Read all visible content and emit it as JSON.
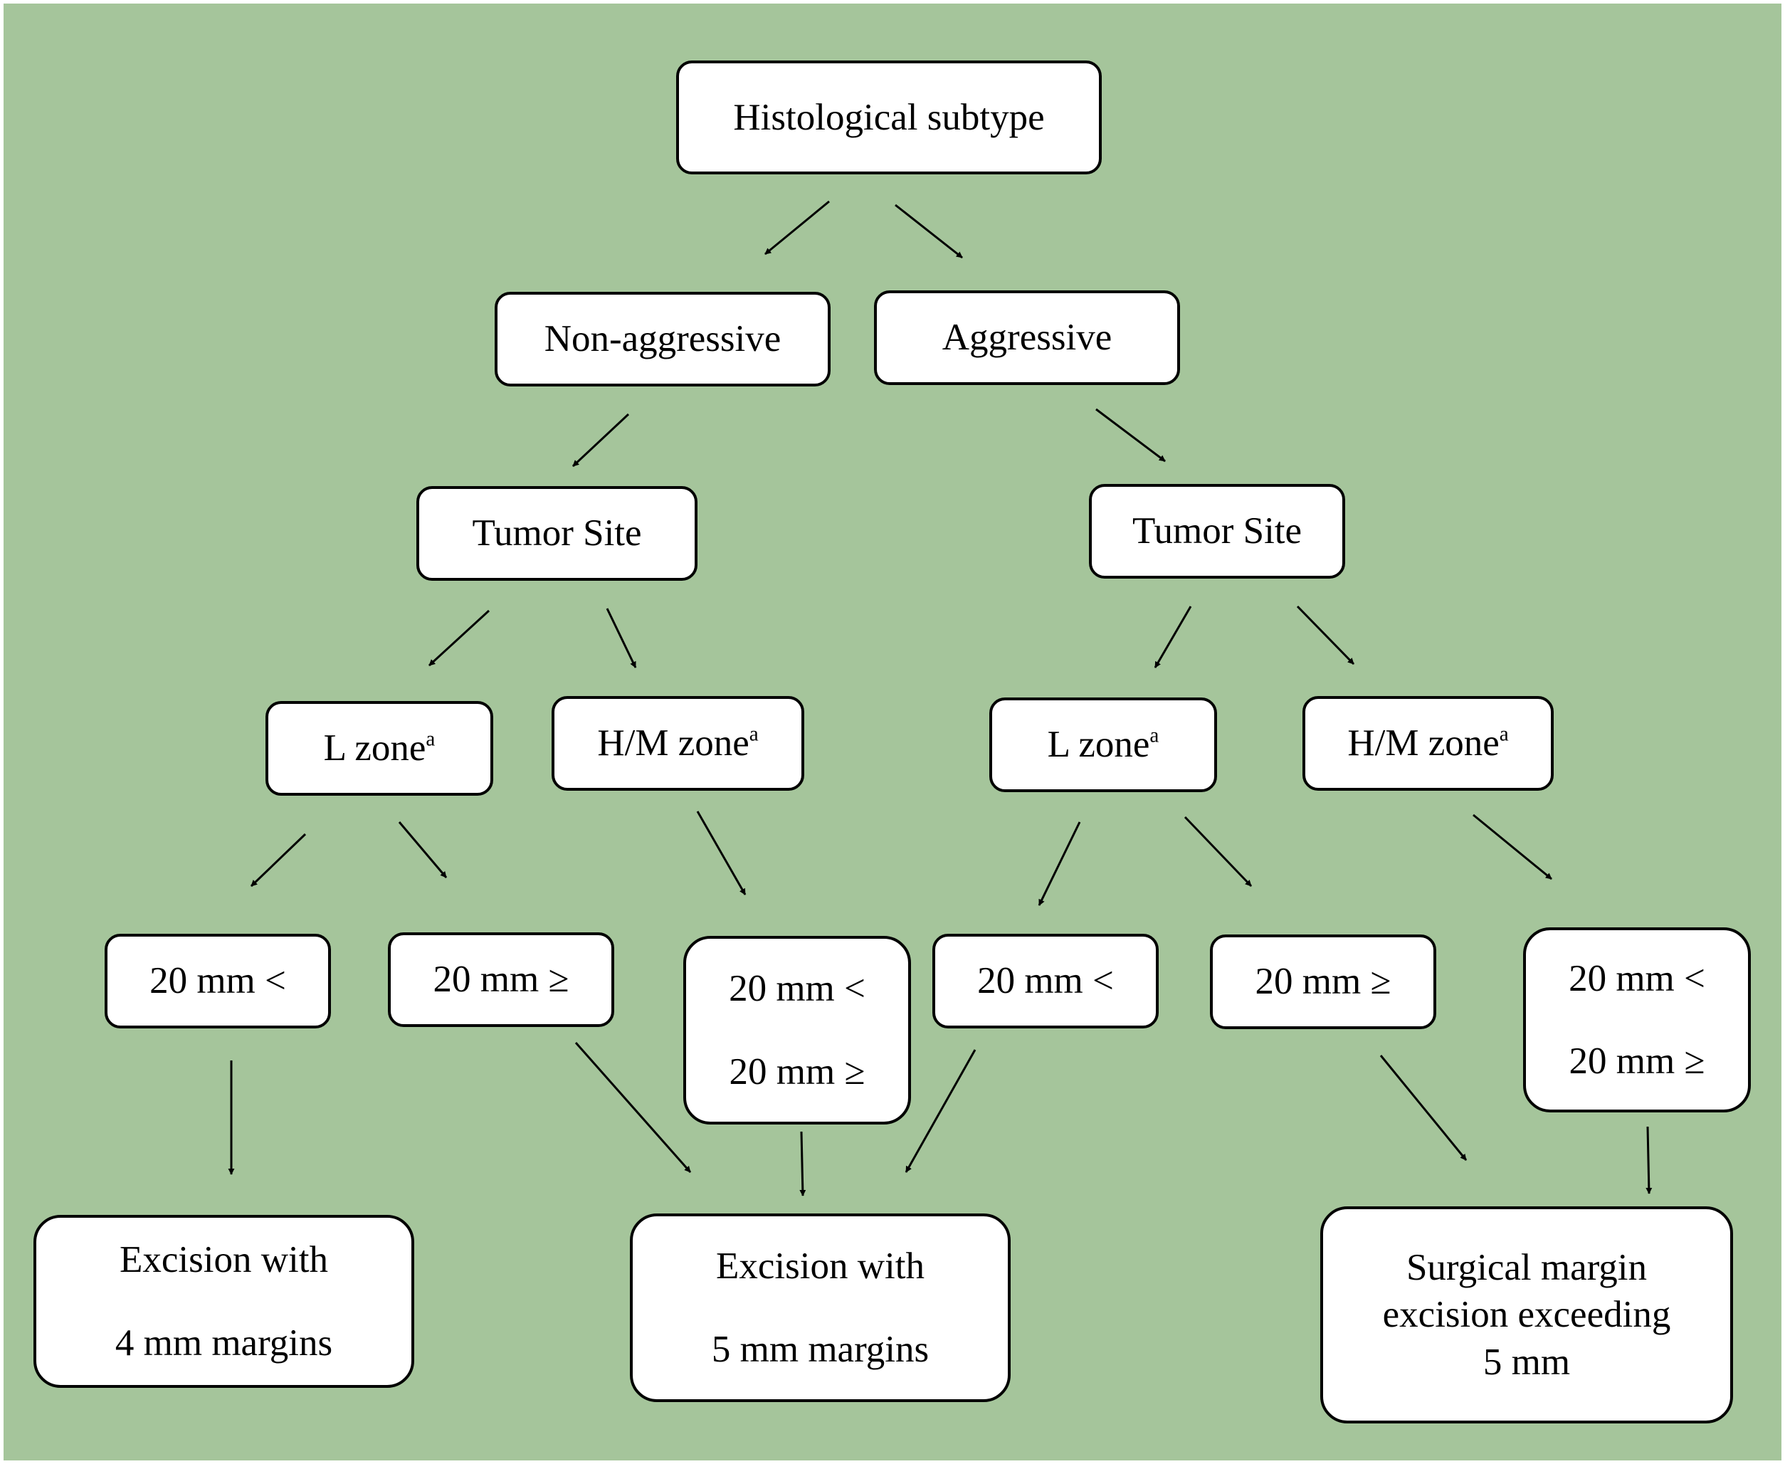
{
  "colors": {
    "background": "#a5c59b",
    "node_fill": "#ffffff",
    "stroke": "#000000"
  },
  "nodes": {
    "root": {
      "text": "Histological subtype"
    },
    "non_aggressive": {
      "text": "Non-aggressive"
    },
    "aggressive": {
      "text": "Aggressive"
    },
    "tumor_site_left": {
      "text": "Tumor Site"
    },
    "tumor_site_right": {
      "text": "Tumor Site"
    },
    "l_zone_left": {
      "text": "L zone",
      "sup": "a"
    },
    "hm_zone_left": {
      "text": "H/M zone",
      "sup": "a"
    },
    "l_zone_right": {
      "text": "L zone",
      "sup": "a"
    },
    "hm_zone_right": {
      "text": "H/M zone",
      "sup": "a"
    },
    "size_lt_1": {
      "text": "20 mm <"
    },
    "size_ge_1": {
      "text": "20 mm ≥"
    },
    "size_both_1": {
      "line1": "20 mm <",
      "line2": "20 mm ≥"
    },
    "size_lt_2": {
      "text": "20 mm <"
    },
    "size_ge_2": {
      "text": "20 mm ≥"
    },
    "size_both_2": {
      "line1": "20 mm <",
      "line2": "20 mm ≥"
    },
    "outcome_4mm": {
      "line1": "Excision with",
      "line2": "4 mm margins"
    },
    "outcome_5mm": {
      "line1": "Excision with",
      "line2": "5 mm margins"
    },
    "outcome_exceed": {
      "line1": "Surgical margin",
      "line2": "excision exceeding",
      "line3": "5 mm"
    }
  },
  "edges": [
    [
      "root",
      "non_aggressive"
    ],
    [
      "root",
      "aggressive"
    ],
    [
      "non_aggressive",
      "tumor_site_left"
    ],
    [
      "aggressive",
      "tumor_site_right"
    ],
    [
      "tumor_site_left",
      "l_zone_left"
    ],
    [
      "tumor_site_left",
      "hm_zone_left"
    ],
    [
      "tumor_site_right",
      "l_zone_right"
    ],
    [
      "tumor_site_right",
      "hm_zone_right"
    ],
    [
      "l_zone_left",
      "size_lt_1"
    ],
    [
      "l_zone_left",
      "size_ge_1"
    ],
    [
      "hm_zone_left",
      "size_both_1"
    ],
    [
      "l_zone_right",
      "size_lt_2"
    ],
    [
      "l_zone_right",
      "size_ge_2"
    ],
    [
      "hm_zone_right",
      "size_both_2"
    ],
    [
      "size_lt_1",
      "outcome_4mm"
    ],
    [
      "size_ge_1",
      "outcome_5mm"
    ],
    [
      "size_both_1",
      "outcome_5mm"
    ],
    [
      "size_lt_2",
      "outcome_5mm"
    ],
    [
      "size_ge_2",
      "outcome_exceed"
    ],
    [
      "size_both_2",
      "outcome_exceed"
    ]
  ]
}
